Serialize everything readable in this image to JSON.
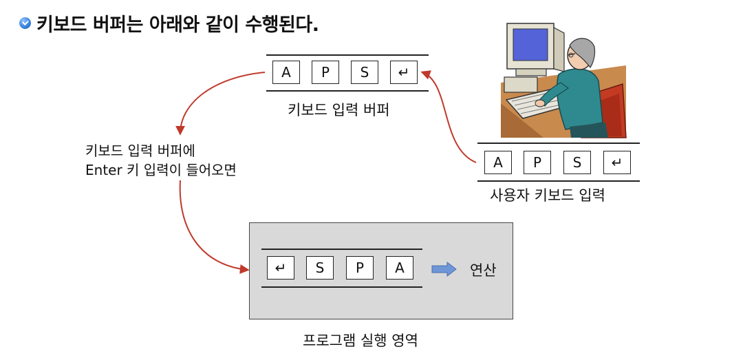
{
  "title": "키보드 버퍼는 아래와 같이 수행된다.",
  "keyboard_buffer": {
    "keys": [
      "A",
      "P",
      "S",
      "↵"
    ],
    "label": "키보드 입력 버퍼"
  },
  "user_input": {
    "keys": [
      "A",
      "P",
      "S",
      "↵"
    ],
    "label": "사용자 키보드 입력"
  },
  "condition_text": {
    "line1": "키보드 입력 버퍼에",
    "line2": "Enter 키 입력이 들어오면"
  },
  "program_area": {
    "keys": [
      "↵",
      "S",
      "P",
      "A"
    ],
    "operation_label": "연산",
    "label": "프로그램 실행 영역"
  },
  "colors": {
    "arrow": "#c0392b",
    "block_arrow": "#6f96d6",
    "program_bg": "#d9d9d9"
  },
  "icons": {
    "title_bullet": "checkmark-circle-icon",
    "illustration": "person-at-computer-icon"
  }
}
